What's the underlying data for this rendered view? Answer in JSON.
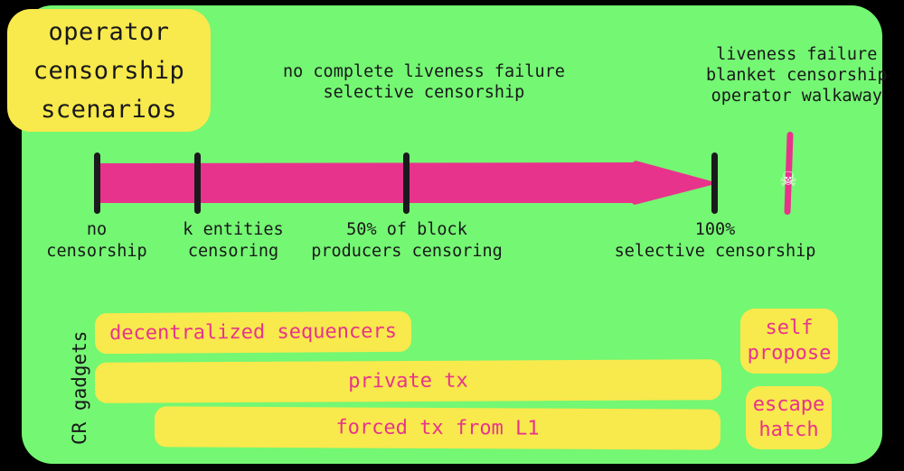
{
  "title_card": {
    "lines": [
      "operator",
      "censorship",
      "scenarios"
    ]
  },
  "captions": {
    "left": {
      "line1": "no complete liveness failure",
      "line2": "selective censorship"
    },
    "right": {
      "line1": "liveness failure",
      "line2": "blanket censorship",
      "line3": "operator walkaway"
    }
  },
  "spectrum": {
    "ticks": [
      {
        "id": "no-censorship",
        "label_line1": "no",
        "label_line2": "censorship",
        "position_pct": 0
      },
      {
        "id": "k-entities",
        "label_line1": "k entities",
        "label_line2": "censoring",
        "position_pct": 16
      },
      {
        "id": "fifty-percent",
        "label_line1": "50% of block",
        "label_line2": "producers censoring",
        "position_pct": 50
      },
      {
        "id": "one-hundred-percent",
        "label_line1": "100%",
        "label_line2": "selective censorship",
        "position_pct": 100
      }
    ],
    "death_marker": {
      "icon": "skull-and-crossbones-icon",
      "glyph": "☠"
    }
  },
  "gadgets": {
    "axis_label": "CR gadgets",
    "bars": [
      {
        "id": "decentralized-sequencers",
        "label": "decentralized sequencers"
      },
      {
        "id": "private-tx",
        "label": "private tx"
      },
      {
        "id": "forced-tx-from-l1",
        "label": "forced tx from L1"
      }
    ],
    "cards": [
      {
        "id": "self-propose",
        "line1": "self",
        "line2": "propose"
      },
      {
        "id": "escape-hatch",
        "line1": "escape",
        "line2": "hatch"
      }
    ]
  },
  "colors": {
    "background": "#000000",
    "panel": "#74F773",
    "accent_yellow": "#F8E94C",
    "accent_pink": "#E8338C",
    "ink": "#18181A"
  }
}
